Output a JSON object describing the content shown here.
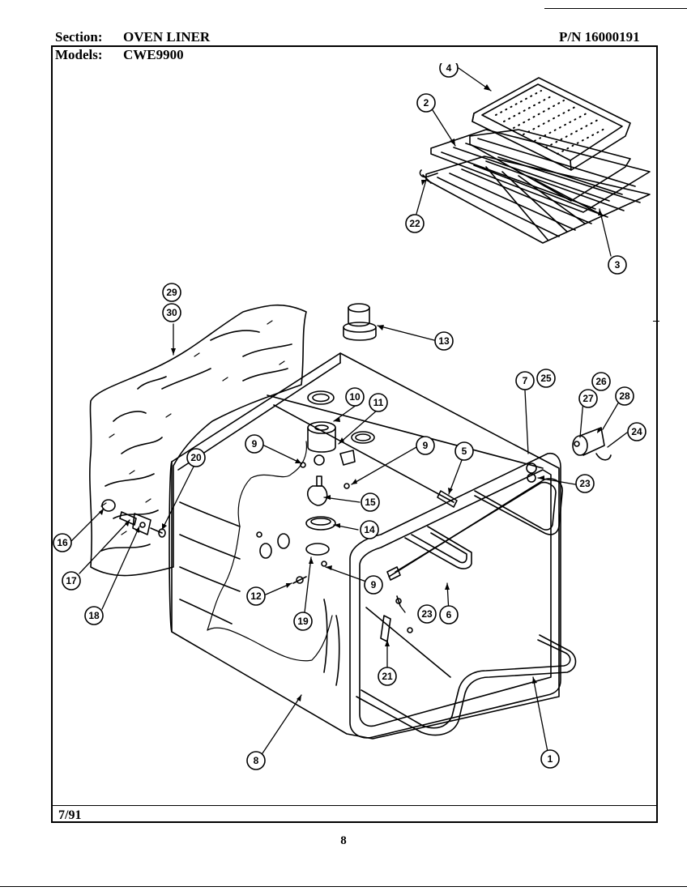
{
  "header": {
    "section_label": "Section:",
    "section_value": "OVEN LINER",
    "part_number": "P/N 16000191",
    "models_label": "Models:",
    "models_value": "CWE9900"
  },
  "footer": {
    "date": "7/91",
    "page_number": "8"
  },
  "callouts": [
    {
      "id": "c4",
      "label": "4"
    },
    {
      "id": "c2",
      "label": "2"
    },
    {
      "id": "c22",
      "label": "22"
    },
    {
      "id": "c3",
      "label": "3"
    },
    {
      "id": "c29",
      "label": "29"
    },
    {
      "id": "c30",
      "label": "30"
    },
    {
      "id": "c13",
      "label": "13"
    },
    {
      "id": "c7",
      "label": "7"
    },
    {
      "id": "c25",
      "label": "25"
    },
    {
      "id": "c26",
      "label": "26"
    },
    {
      "id": "c27",
      "label": "27"
    },
    {
      "id": "c28",
      "label": "28"
    },
    {
      "id": "c24",
      "label": "24"
    },
    {
      "id": "c10",
      "label": "10"
    },
    {
      "id": "c11",
      "label": "11"
    },
    {
      "id": "c9a",
      "label": "9"
    },
    {
      "id": "c9b",
      "label": "9"
    },
    {
      "id": "c5",
      "label": "5"
    },
    {
      "id": "c23a",
      "label": "23"
    },
    {
      "id": "c20",
      "label": "20"
    },
    {
      "id": "c15",
      "label": "15"
    },
    {
      "id": "c14",
      "label": "14"
    },
    {
      "id": "c16",
      "label": "16"
    },
    {
      "id": "c17",
      "label": "17"
    },
    {
      "id": "c18",
      "label": "18"
    },
    {
      "id": "c12",
      "label": "12"
    },
    {
      "id": "c9c",
      "label": "9"
    },
    {
      "id": "c19",
      "label": "19"
    },
    {
      "id": "c23b",
      "label": "23"
    },
    {
      "id": "c6",
      "label": "6"
    },
    {
      "id": "c21",
      "label": "21"
    },
    {
      "id": "c8",
      "label": "8"
    },
    {
      "id": "c1",
      "label": "1"
    }
  ]
}
